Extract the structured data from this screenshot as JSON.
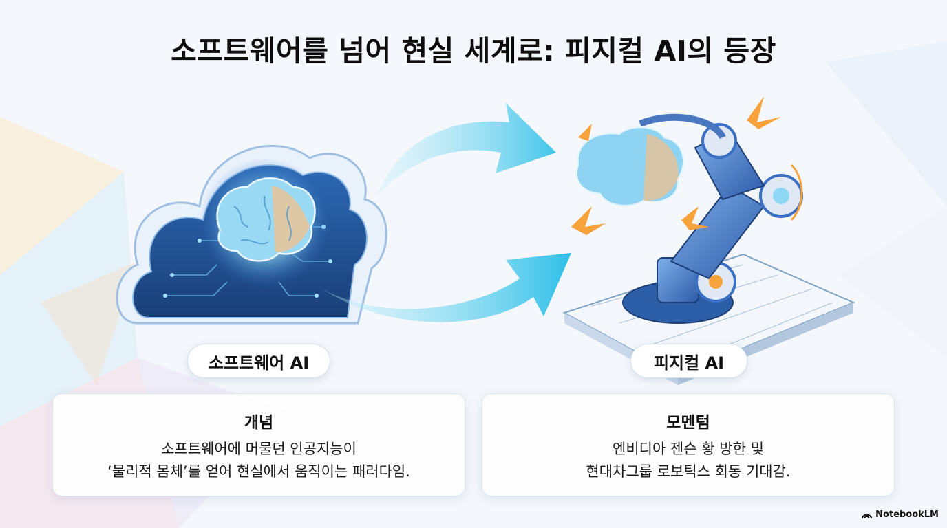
{
  "title": "소프트웨어를 넘어 현실 세계로: 피지컬 AI의 등장",
  "labels": {
    "software": "소프트웨어 AI",
    "physical": "피지컬 AI"
  },
  "cards": {
    "concept": {
      "heading": "개념",
      "lines": [
        "소프트웨어에 머물던 인공지능이",
        "‘물리적 몸체’를 얻어 현실에서 움직이는 패러다임."
      ]
    },
    "momentum": {
      "heading": "모멘텀",
      "lines": [
        "엔비디아 젠슨 황 방한 및",
        "현대차그룹 로보틱스 회동 기대감."
      ]
    }
  },
  "brand": "NotebookLM",
  "colors": {
    "arrow": "#3ec8ea",
    "cloud": "#2b5fa0",
    "brain": "#7ad0f0",
    "spark": "#f7a23a",
    "robot": "#3a6fc4"
  },
  "icons": [
    "cloud-brain-icon",
    "robot-arm-icon",
    "arrow-icon",
    "notebooklm-logo-icon"
  ]
}
